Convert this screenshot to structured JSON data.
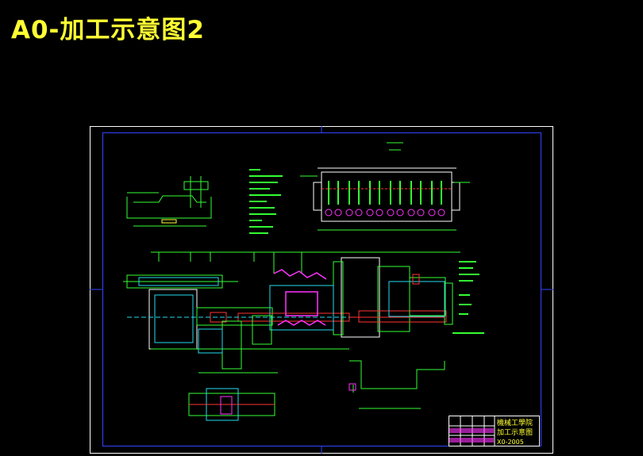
{
  "page": {
    "title": "A0-加工示意图2"
  },
  "drawing": {
    "title_block": {
      "rows": [
        "機械工學院",
        "加工示意图",
        "X0-2005"
      ]
    },
    "colors": {
      "frame": "#3344ff",
      "lines": "#33ff33",
      "cyan": "#22ddee",
      "magenta": "#ff33ff",
      "red": "#ff3333",
      "yellow": "#ffff33",
      "white": "#ffffff"
    }
  }
}
